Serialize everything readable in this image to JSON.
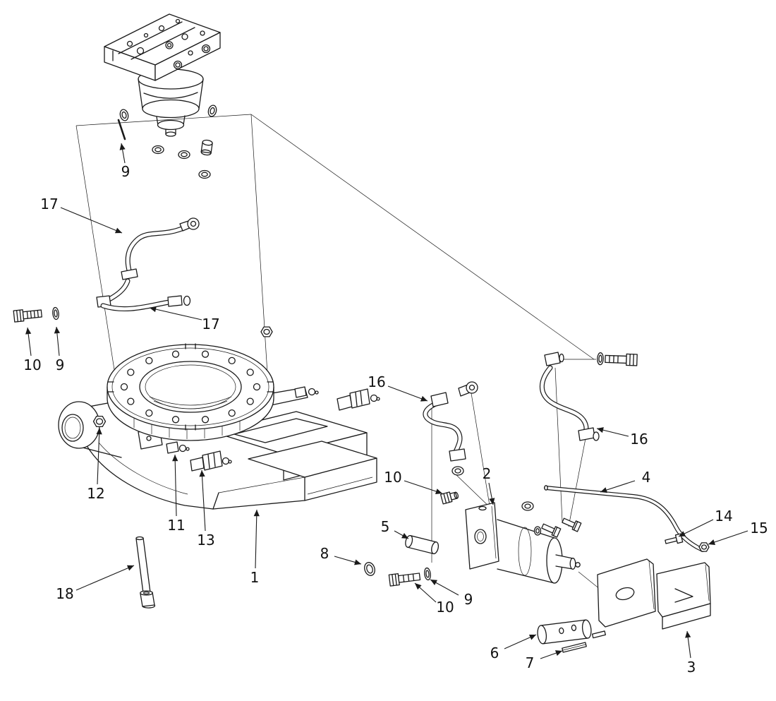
{
  "diagram": {
    "colors": {
      "background": "#ffffff",
      "line": "#1a1a1a"
    },
    "callouts": [
      {
        "label": "9"
      },
      {
        "label": "17"
      },
      {
        "label": "17"
      },
      {
        "label": "10"
      },
      {
        "label": "9"
      },
      {
        "label": "16"
      },
      {
        "label": "16"
      },
      {
        "label": "12"
      },
      {
        "label": "10"
      },
      {
        "label": "2"
      },
      {
        "label": "4"
      },
      {
        "label": "11"
      },
      {
        "label": "13"
      },
      {
        "label": "5"
      },
      {
        "label": "8"
      },
      {
        "label": "14"
      },
      {
        "label": "15"
      },
      {
        "label": "1"
      },
      {
        "label": "18"
      },
      {
        "label": "10"
      },
      {
        "label": "9"
      },
      {
        "label": "6"
      },
      {
        "label": "7"
      },
      {
        "label": "3"
      }
    ]
  }
}
